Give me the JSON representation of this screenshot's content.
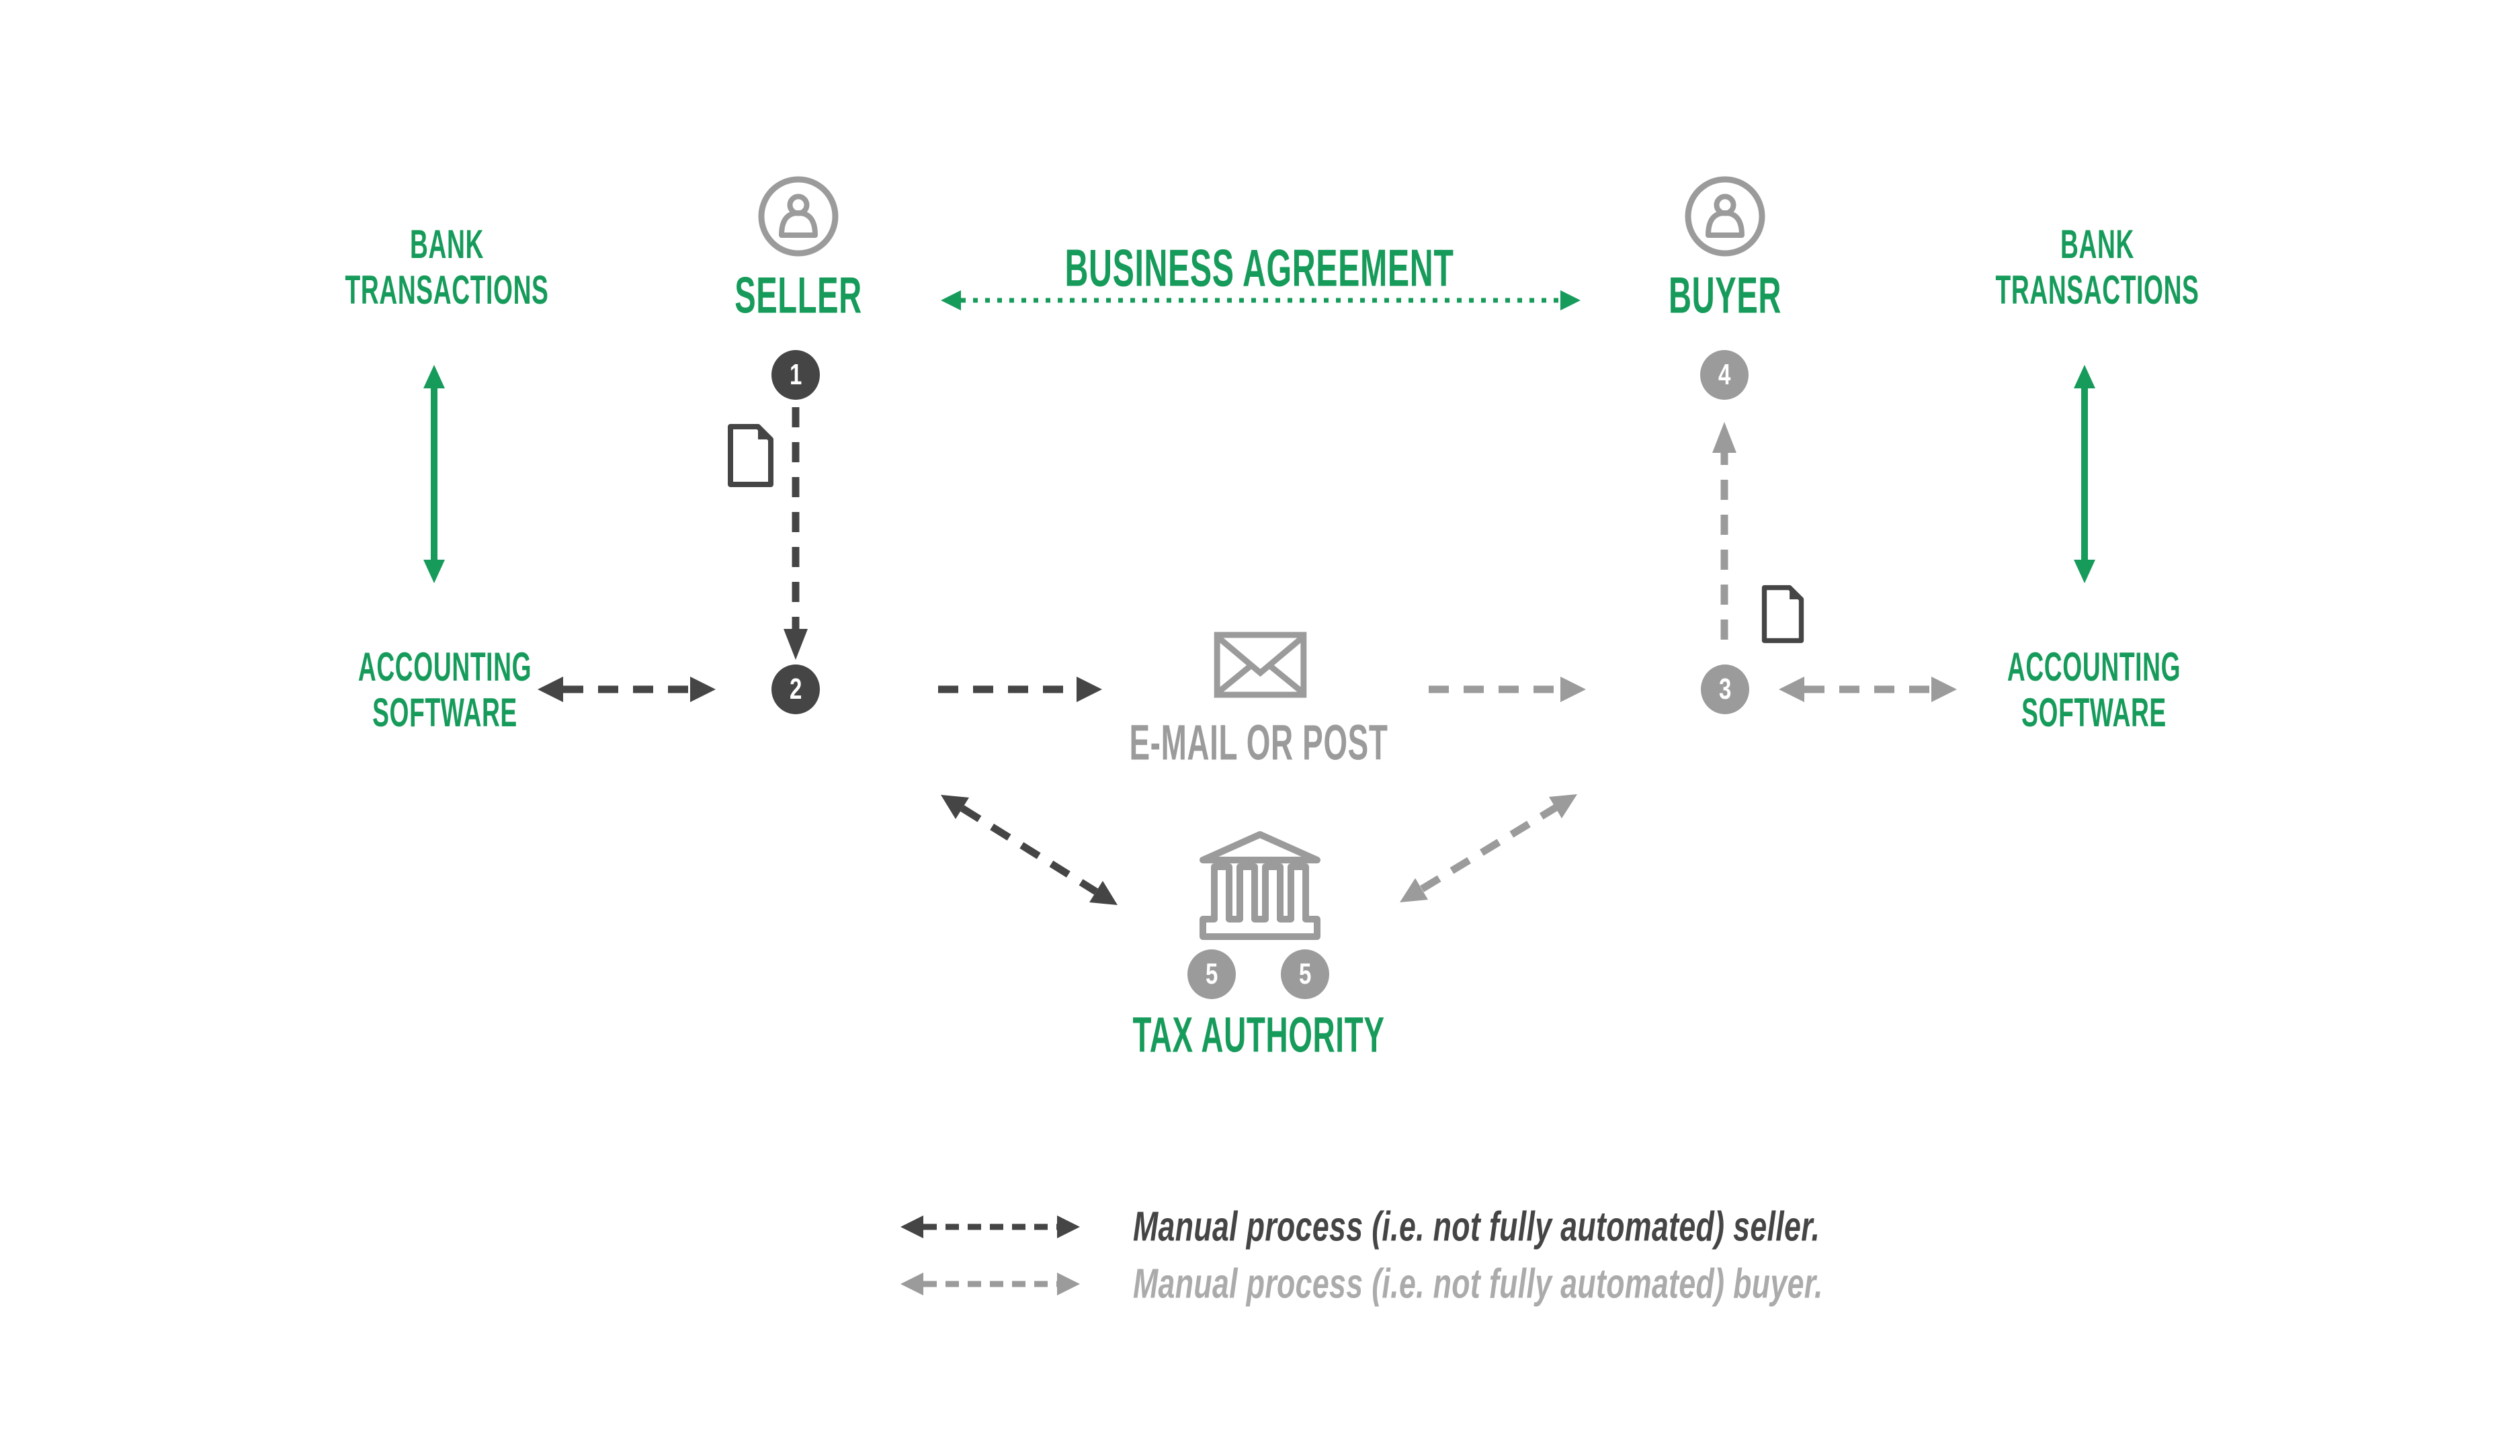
{
  "colors": {
    "green": "#169b5b",
    "dark": "#454545",
    "gray": "#9b9b9b",
    "lightgray": "#ababab"
  },
  "nodes": {
    "bank_transactions_left": {
      "line1": "BANK",
      "line2": "TRANSACTIONS"
    },
    "seller": {
      "label": "SELLER"
    },
    "business_agreement": {
      "label": "BUSINESS AGREEMENT"
    },
    "buyer": {
      "label": "BUYER"
    },
    "bank_transactions_right": {
      "line1": "BANK",
      "line2": "TRANSACTIONS"
    },
    "accounting_software_left": {
      "line1": "ACCOUNTING",
      "line2": "SOFTWARE"
    },
    "email_or_post": {
      "label": "E-MAIL OR POST"
    },
    "accounting_software_right": {
      "line1": "ACCOUNTING",
      "line2": "SOFTWARE"
    },
    "tax_authority": {
      "label": "TAX AUTHORITY"
    }
  },
  "steps": {
    "s1": "1",
    "s2": "2",
    "s3": "3",
    "s4": "4",
    "s5a": "5",
    "s5b": "5"
  },
  "legend": {
    "seller": "Manual process (i.e. not fully automated) seller.",
    "buyer": "Manual process (i.e. not fully automated) buyer."
  }
}
